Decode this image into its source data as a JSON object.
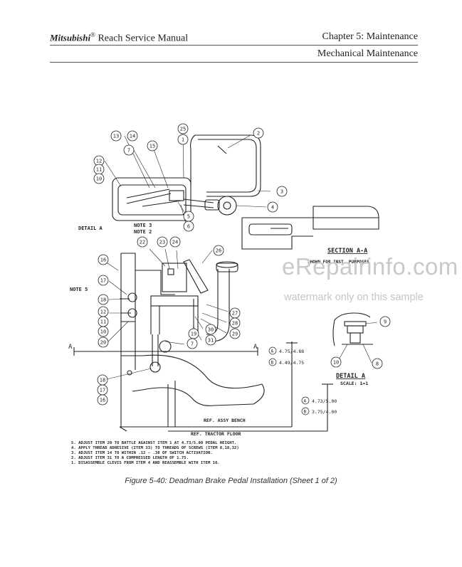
{
  "header": {
    "brand": "Mitsubishi",
    "registered": "®",
    "title": " Reach Service Manual",
    "chapter": "Chapter 5:  Maintenance",
    "section": "Mechanical Maintenance"
  },
  "diagram": {
    "balloons": [
      "25",
      "1",
      "2",
      "3",
      "4",
      "13",
      "14",
      "15",
      "7",
      "12",
      "11",
      "10",
      "5",
      "6",
      "16",
      "22",
      "23",
      "24",
      "26",
      "17",
      "18",
      "12",
      "11",
      "10",
      "20",
      "27",
      "28",
      "29",
      "30",
      "31",
      "19",
      "7",
      "18",
      "17",
      "16",
      "9",
      "10",
      "8"
    ],
    "labels": {
      "detail_a_ref": "DETAIL A",
      "note3": "NOTE 3",
      "note2": "NOTE 2",
      "note5": "NOTE 5",
      "section_title": "SECTION A-A",
      "section_sub": "SHOWN FOR INST. PURPOSES",
      "detail_title": "DETAIL A",
      "detail_scale": "SCALE: 1=1",
      "a_left": "A",
      "a_right": "A",
      "ref_bench": "REF. ASSY BENCH",
      "ref_floor": "REF. TRACTOR FLOOR"
    },
    "dimensions": [
      {
        "tag": "A",
        "text": "4.75/4.88"
      },
      {
        "tag": "B",
        "text": "4.49/4.75"
      },
      {
        "tag": "A",
        "text": "4.73/5.00"
      },
      {
        "tag": "B",
        "text": "3.75/4.00"
      }
    ]
  },
  "notes": [
    "5. ADJUST ITEM 20 TO BATTLE AGAINST ITEM 1 AT 4.73/5.00 PEDAL HEIGHT.",
    "4. APPLY THREAD ADHESIVE (ITEM 33) TO THREADS OF SCREWS (ITEM 8,18,32)",
    "3. ADJUST ITEM 14 TO WITHIN .12 - .38 OF SWITCH ACTIVATION.",
    "2. ADJUST ITEM 31 TO A COMPRESSED LENGTH OF 1.75.",
    "1. DISASSEMBLE CLEVIS FROM ITEM 4 AND REASSEMBLE WITH ITEM 16."
  ],
  "caption": "Figure 5-40:   Deadman Brake Pedal Installation (Sheet 1 of 2)",
  "watermark": {
    "site": "eRepairinfo.com",
    "note": "watermark only on this sample"
  }
}
